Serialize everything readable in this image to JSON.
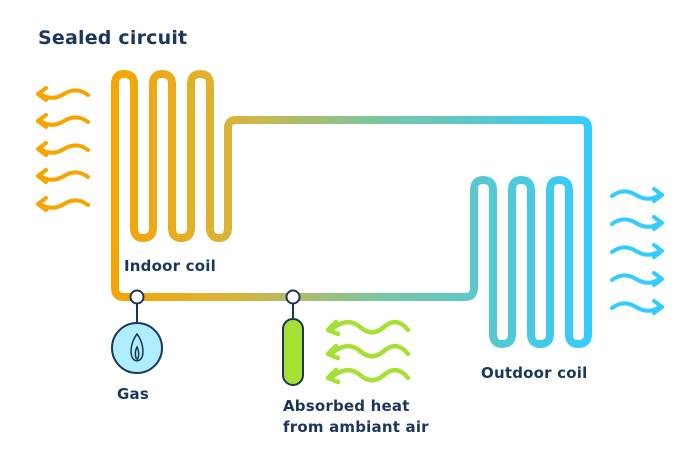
{
  "title": "Sealed circuit",
  "labels": {
    "indoor_coil": "Indoor coil",
    "gas": "Gas",
    "absorbed_line1": "Absorbed heat",
    "absorbed_line2": "from ambiant air",
    "outdoor_coil": "Outdoor coil"
  },
  "colors": {
    "warm": "#f7a400",
    "cool": "#33ccff",
    "green": "#a6e035",
    "navy": "#1b365d",
    "gas_fill": "#aeeeff"
  },
  "icons": {
    "heat_out_left": "wavy-arrow-left-icon",
    "heat_out_right": "wavy-arrow-right-icon",
    "ambient_heat": "wavy-arrow-left-icon",
    "gas_burner": "flame-icon",
    "compressor": "capsule-icon",
    "junction": "valve-node-icon"
  }
}
